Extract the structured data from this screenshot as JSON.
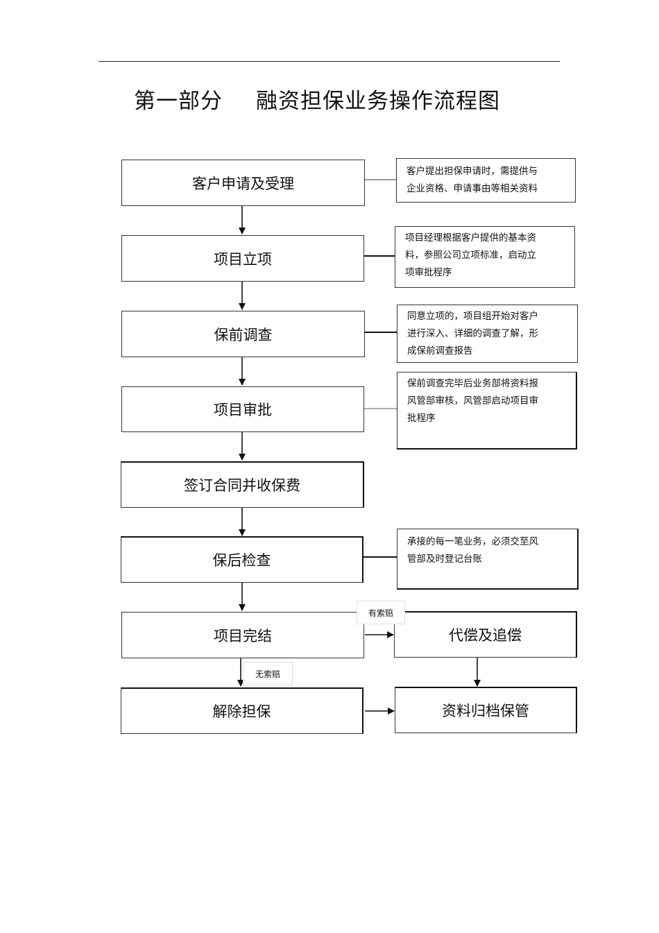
{
  "title": {
    "part": "第一部分",
    "main": "融资担保业务操作流程图"
  },
  "steps": [
    "客户申请及受理",
    "项目立项",
    "保前调查",
    "项目审批",
    "签订合同并收保费",
    "保后检查",
    "项目完结",
    "解除担保"
  ],
  "side_steps": {
    "compensation": "代偿及追偿",
    "archive": "资料归档保管"
  },
  "notes": {
    "apply": [
      "客户提出担保申请时，需提供与",
      "企业资格、申请事由等相关资料"
    ],
    "project": [
      "项目经理根据客户提供的基本资",
      "料，参照公司立项标准，启动立",
      "项审批程序"
    ],
    "survey": [
      "同意立项的，项目组开始对客户",
      "进行深入、详细的调查了解，形",
      "成保前调查报告"
    ],
    "approval": [
      "保前调查完毕后业务部将资料报",
      "风管部审核，风管部启动项目审",
      "批程序"
    ],
    "post_check": [
      "承接的每一笔业务，必须交至风",
      "管部及时登记台账"
    ]
  },
  "branch_labels": {
    "claim": "有索赔",
    "no_claim": "无索赔"
  }
}
